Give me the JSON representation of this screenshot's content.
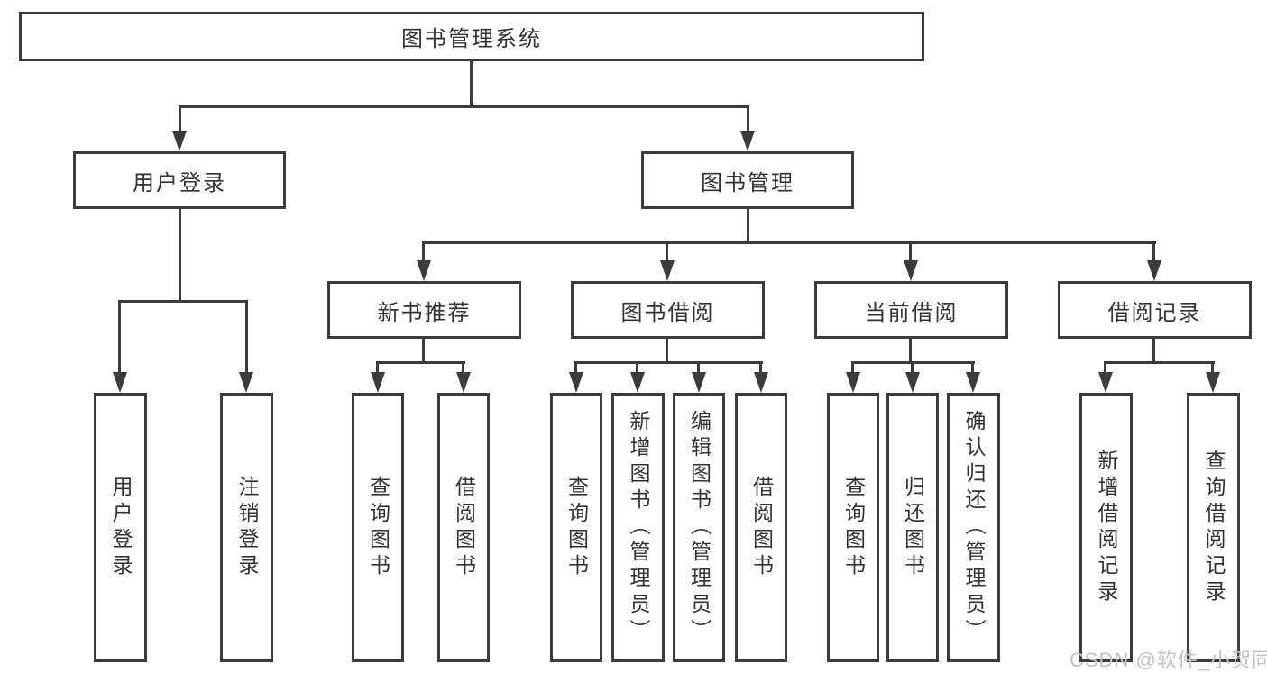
{
  "tree": {
    "label": "图书管理系统",
    "children": [
      {
        "label": "用户登录",
        "children": [
          {
            "label": "用户登录"
          },
          {
            "label": "注销登录"
          }
        ]
      },
      {
        "label": "图书管理",
        "children": [
          {
            "label": "新书推荐",
            "children": [
              {
                "label": "查询图书"
              },
              {
                "label": "借阅图书"
              }
            ]
          },
          {
            "label": "图书借阅",
            "children": [
              {
                "label": "查询图书"
              },
              {
                "label": "新增图书（管理员）"
              },
              {
                "label": "编辑图书（管理员）"
              },
              {
                "label": "借阅图书"
              }
            ]
          },
          {
            "label": "当前借阅",
            "children": [
              {
                "label": "查询图书"
              },
              {
                "label": "归还图书"
              },
              {
                "label": "确认归还（管理员）"
              }
            ]
          },
          {
            "label": "借阅记录",
            "children": [
              {
                "label": "新增借阅记录"
              },
              {
                "label": "查询借阅记录"
              }
            ]
          }
        ]
      }
    ]
  },
  "watermark": {
    "text": "CSDN @软件_小贺同学"
  },
  "colors": {
    "line": "#3b3b3b",
    "text": "#333333",
    "watermark": "#c2c2c2",
    "background": "#ffffff"
  }
}
